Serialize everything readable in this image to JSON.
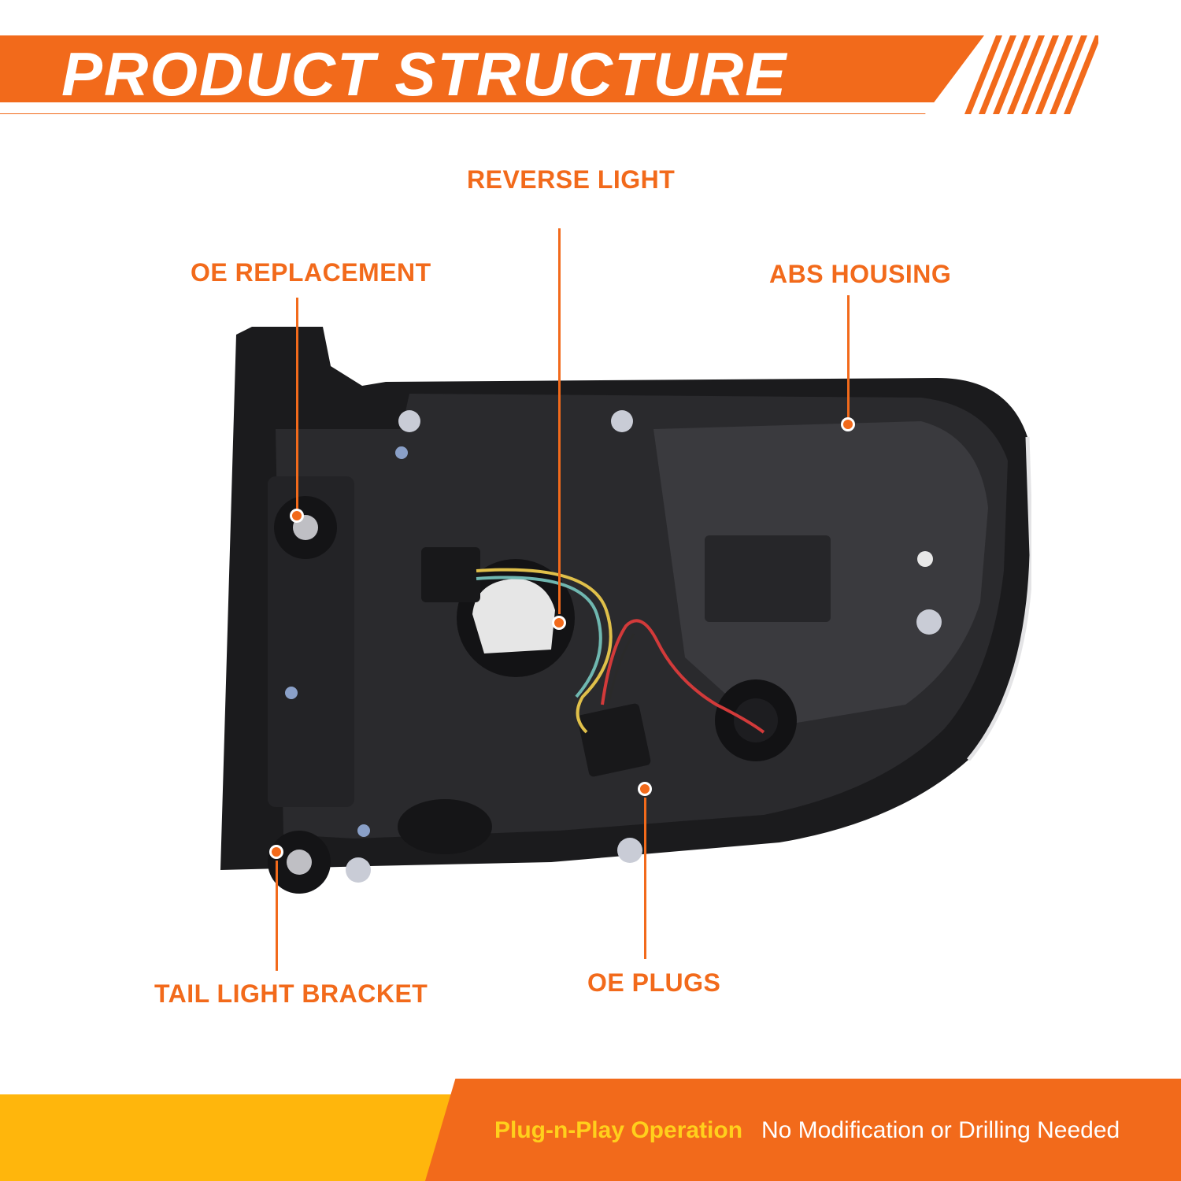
{
  "header": {
    "title": "PRODUCT STRUCTURE"
  },
  "callouts": {
    "oe_replacement": "OE REPLACEMENT",
    "reverse_light": "REVERSE LIGHT",
    "abs_housing": "ABS HOUSING",
    "tail_light_bracket": "TAIL LIGHT BRACKET",
    "oe_plugs": "OE PLUGS"
  },
  "footer": {
    "feature_primary": "Plug-n-Play Operation",
    "feature_secondary": "No Modification or Drilling Needed"
  },
  "colors": {
    "accent_orange": "#f26a1b",
    "accent_yellow": "#ffb60c",
    "housing_black": "#1b1b1d"
  }
}
